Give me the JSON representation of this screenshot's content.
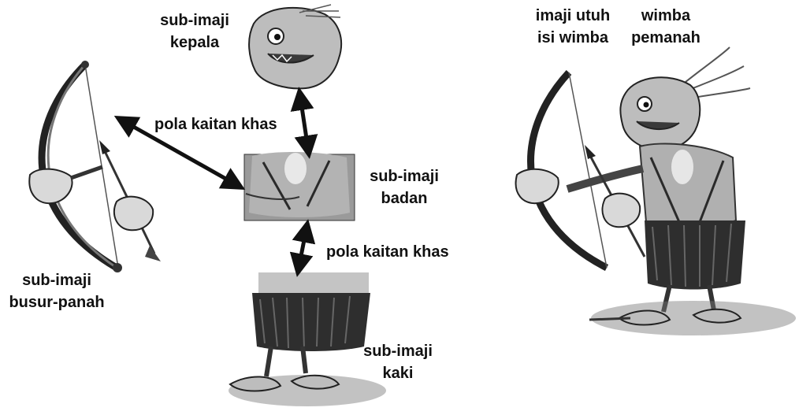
{
  "labels": {
    "head": {
      "line1": "sub-imaji",
      "line2": "kepala"
    },
    "body": {
      "line1": "sub-imaji",
      "line2": "badan"
    },
    "bow": {
      "line1": "sub-imaji",
      "line2": "busur-panah"
    },
    "legs": {
      "line1": "sub-imaji",
      "line2": "kaki"
    },
    "link_left": "pola kaitan khas",
    "link_right": "pola kaitan khas",
    "whole_image": {
      "line1": "imaji utuh",
      "line2": "isi wimba"
    },
    "archer": {
      "line1": "wimba",
      "line2": "pemanah"
    }
  },
  "illustration": {
    "style": "grayscale pen-and-ink sketch",
    "subject": "goblin-like archer holding a bow and arrow",
    "icons": [
      "bow-arrow-icon",
      "head-icon",
      "torso-icon",
      "legs-icon",
      "archer-figure-icon"
    ]
  },
  "colors": {
    "ink": "#111111",
    "mid_gray": "#8a8a8a",
    "light_gray": "#c9c9c9",
    "dark_gray": "#3a3a3a",
    "background": "#ffffff"
  }
}
